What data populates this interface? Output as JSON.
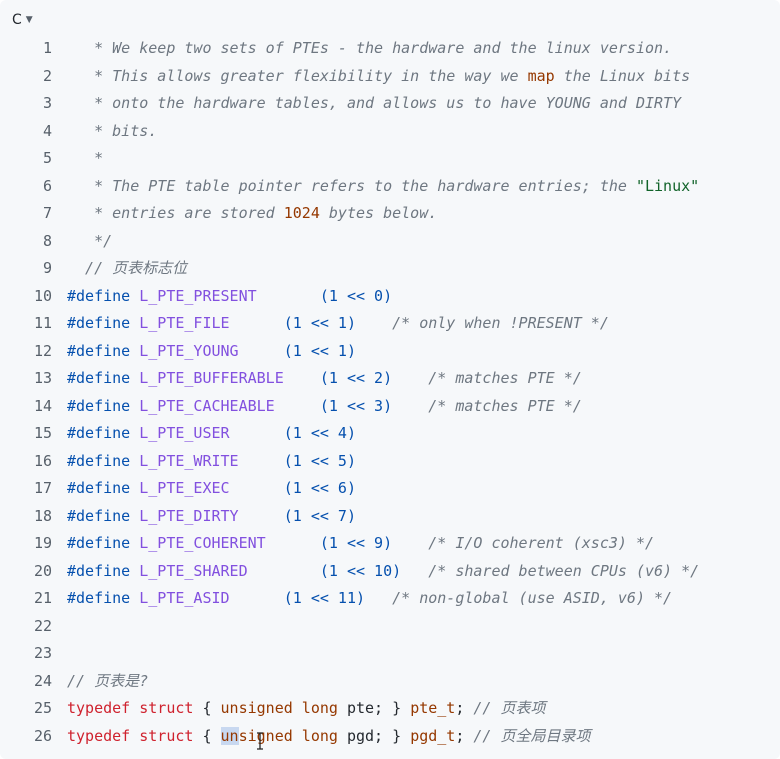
{
  "code_block": {
    "language": "C",
    "lines": [
      {
        "n": "1",
        "segments": [
          {
            "c": "cm",
            "t": "   * We keep two sets of PTEs - the hardware and the linux version."
          }
        ]
      },
      {
        "n": "2",
        "segments": [
          {
            "c": "cm",
            "t": "   * This allows greater flexibility in the way we "
          },
          {
            "c": "hl",
            "t": "map"
          },
          {
            "c": "cm",
            "t": " the Linux bits"
          }
        ]
      },
      {
        "n": "3",
        "segments": [
          {
            "c": "cm",
            "t": "   * onto the hardware tables, and allows us to have YOUNG and DIRTY"
          }
        ]
      },
      {
        "n": "4",
        "segments": [
          {
            "c": "cm",
            "t": "   * bits."
          }
        ]
      },
      {
        "n": "5",
        "segments": [
          {
            "c": "cm",
            "t": "   *"
          }
        ]
      },
      {
        "n": "6",
        "segments": [
          {
            "c": "cm",
            "t": "   * The PTE table pointer refers to the hardware entries; the "
          },
          {
            "c": "str",
            "t": "\"Linux\""
          }
        ]
      },
      {
        "n": "7",
        "segments": [
          {
            "c": "cm",
            "t": "   * entries are stored "
          },
          {
            "c": "hl",
            "t": "1024"
          },
          {
            "c": "cm",
            "t": " bytes below."
          }
        ]
      },
      {
        "n": "8",
        "segments": [
          {
            "c": "cm",
            "t": "   */"
          }
        ]
      },
      {
        "n": "9",
        "segments": [
          {
            "c": "cm",
            "t": "  // 页表标志位"
          }
        ]
      },
      {
        "n": "10",
        "segments": [
          {
            "c": "pp",
            "t": "#define "
          },
          {
            "c": "def",
            "t": "L_PTE_PRESENT"
          },
          {
            "c": "",
            "t": "       "
          },
          {
            "c": "num",
            "t": "(1 << 0)"
          }
        ]
      },
      {
        "n": "11",
        "segments": [
          {
            "c": "pp",
            "t": "#define "
          },
          {
            "c": "def",
            "t": "L_PTE_FILE"
          },
          {
            "c": "",
            "t": "      "
          },
          {
            "c": "num",
            "t": "(1 << 1)"
          },
          {
            "c": "",
            "t": "    "
          },
          {
            "c": "cm",
            "t": "/* only when !PRESENT */"
          }
        ]
      },
      {
        "n": "12",
        "segments": [
          {
            "c": "pp",
            "t": "#define "
          },
          {
            "c": "def",
            "t": "L_PTE_YOUNG"
          },
          {
            "c": "",
            "t": "     "
          },
          {
            "c": "num",
            "t": "(1 << 1)"
          }
        ]
      },
      {
        "n": "13",
        "segments": [
          {
            "c": "pp",
            "t": "#define "
          },
          {
            "c": "def",
            "t": "L_PTE_BUFFERABLE"
          },
          {
            "c": "",
            "t": "    "
          },
          {
            "c": "num",
            "t": "(1 << 2)"
          },
          {
            "c": "",
            "t": "    "
          },
          {
            "c": "cm",
            "t": "/* matches PTE */"
          }
        ]
      },
      {
        "n": "14",
        "segments": [
          {
            "c": "pp",
            "t": "#define "
          },
          {
            "c": "def",
            "t": "L_PTE_CACHEABLE"
          },
          {
            "c": "",
            "t": "     "
          },
          {
            "c": "num",
            "t": "(1 << 3)"
          },
          {
            "c": "",
            "t": "    "
          },
          {
            "c": "cm",
            "t": "/* matches PTE */"
          }
        ]
      },
      {
        "n": "15",
        "segments": [
          {
            "c": "pp",
            "t": "#define "
          },
          {
            "c": "def",
            "t": "L_PTE_USER"
          },
          {
            "c": "",
            "t": "      "
          },
          {
            "c": "num",
            "t": "(1 << 4)"
          }
        ]
      },
      {
        "n": "16",
        "segments": [
          {
            "c": "pp",
            "t": "#define "
          },
          {
            "c": "def",
            "t": "L_PTE_WRITE"
          },
          {
            "c": "",
            "t": "     "
          },
          {
            "c": "num",
            "t": "(1 << 5)"
          }
        ]
      },
      {
        "n": "17",
        "segments": [
          {
            "c": "pp",
            "t": "#define "
          },
          {
            "c": "def",
            "t": "L_PTE_EXEC"
          },
          {
            "c": "",
            "t": "      "
          },
          {
            "c": "num",
            "t": "(1 << 6)"
          }
        ]
      },
      {
        "n": "18",
        "segments": [
          {
            "c": "pp",
            "t": "#define "
          },
          {
            "c": "def",
            "t": "L_PTE_DIRTY"
          },
          {
            "c": "",
            "t": "     "
          },
          {
            "c": "num",
            "t": "(1 << 7)"
          }
        ]
      },
      {
        "n": "19",
        "segments": [
          {
            "c": "pp",
            "t": "#define "
          },
          {
            "c": "def",
            "t": "L_PTE_COHERENT"
          },
          {
            "c": "",
            "t": "      "
          },
          {
            "c": "num",
            "t": "(1 << 9)"
          },
          {
            "c": "",
            "t": "    "
          },
          {
            "c": "cm",
            "t": "/* I/O coherent (xsc3) */"
          }
        ]
      },
      {
        "n": "20",
        "segments": [
          {
            "c": "pp",
            "t": "#define "
          },
          {
            "c": "def",
            "t": "L_PTE_SHARED"
          },
          {
            "c": "",
            "t": "        "
          },
          {
            "c": "num",
            "t": "(1 << 10)"
          },
          {
            "c": "",
            "t": "   "
          },
          {
            "c": "cm",
            "t": "/* shared between CPUs (v6) */"
          }
        ]
      },
      {
        "n": "21",
        "segments": [
          {
            "c": "pp",
            "t": "#define "
          },
          {
            "c": "def",
            "t": "L_PTE_ASID"
          },
          {
            "c": "",
            "t": "      "
          },
          {
            "c": "num",
            "t": "(1 << 11)"
          },
          {
            "c": "",
            "t": "   "
          },
          {
            "c": "cm",
            "t": "/* non-global (use ASID, v6) */"
          }
        ]
      },
      {
        "n": "22",
        "segments": []
      },
      {
        "n": "23",
        "segments": []
      },
      {
        "n": "24",
        "segments": [
          {
            "c": "cm",
            "t": "// 页表是?"
          }
        ]
      },
      {
        "n": "25",
        "segments": [
          {
            "c": "kw",
            "t": "typedef struct"
          },
          {
            "c": "",
            "t": " { "
          },
          {
            "c": "ty",
            "t": "unsigned long"
          },
          {
            "c": "",
            "t": " pte; } "
          },
          {
            "c": "ty",
            "t": "pte_t"
          },
          {
            "c": "",
            "t": "; "
          },
          {
            "c": "cm",
            "t": "// 页表项"
          }
        ]
      },
      {
        "n": "26",
        "segments": [
          {
            "c": "kw",
            "t": "typedef struct"
          },
          {
            "c": "",
            "t": " { "
          },
          {
            "c": "ty cur",
            "t": "un"
          },
          {
            "c": "ty",
            "t": "signed long"
          },
          {
            "c": "",
            "t": " pgd; } "
          },
          {
            "c": "ty",
            "t": "pgd_t"
          },
          {
            "c": "",
            "t": "; "
          },
          {
            "c": "cm",
            "t": "// 页全局目录项"
          }
        ]
      }
    ]
  }
}
